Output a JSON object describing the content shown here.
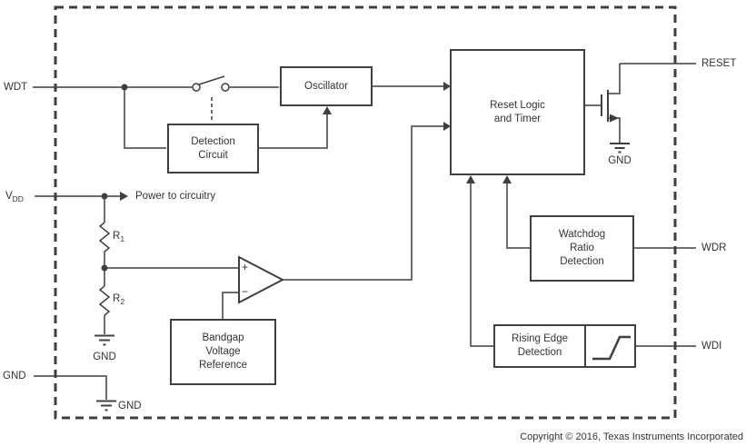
{
  "diagram": {
    "title_hint": "Watchdog timer IC functional block diagram",
    "pins": {
      "wdt": "WDT",
      "vdd_main": "V",
      "vdd_sub": "DD",
      "gnd": "GND",
      "reset": "RESET",
      "wdr": "WDR",
      "wdi": "WDI"
    },
    "blocks": {
      "oscillator": "Oscillator",
      "detection_circuit": "Detection\nCircuit",
      "reset_logic": "Reset Logic\nand Timer",
      "watchdog_ratio": "Watchdog\nRatio\nDetection",
      "rising_edge": "Rising Edge\nDetection",
      "bandgap": "Bandgap\nVoltage\nReference"
    },
    "labels": {
      "power_to_circuitry": "Power to circuitry",
      "r1_main": "R",
      "r1_sub": "1",
      "r2_main": "R",
      "r2_sub": "2",
      "gnd_below_r2": "GND",
      "gnd_inner_pin": "GND",
      "gnd_mosfet": "GND",
      "comparator_plus": "+",
      "comparator_minus": "−"
    },
    "footer": {
      "copyright": "Copyright © 2016, Texas Instruments Incorporated"
    },
    "icons": [
      "switch-icon",
      "junction-dot-icon",
      "resistor-icon",
      "comparator-icon",
      "nmos-transistor-icon",
      "ground-icon",
      "rising-edge-glyph-icon",
      "arrowhead-icon"
    ],
    "colors": {
      "line": "#3f3f3f",
      "text": "#333333",
      "background": "#ffffff"
    }
  }
}
